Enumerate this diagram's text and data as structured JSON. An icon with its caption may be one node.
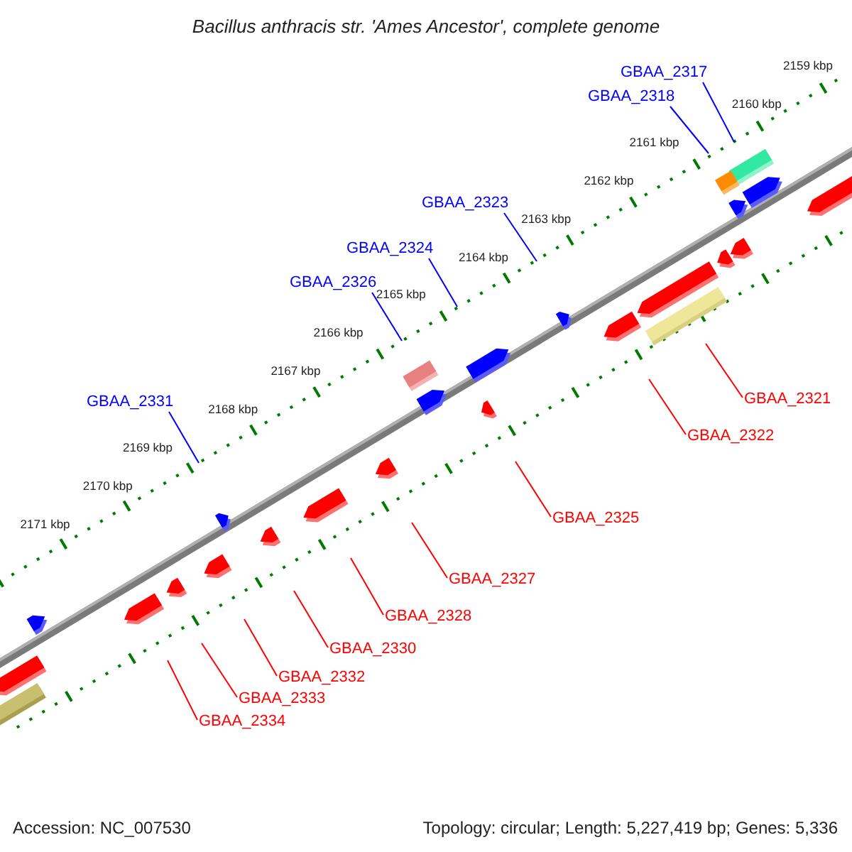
{
  "diagram": {
    "title": "Bacillus anthracis str. 'Ames Ancestor', complete genome",
    "nodes": [
      {
        "text": [
          "GBAA_2317"
        ]
      },
      {
        "text": [
          "GBAA_2318"
        ]
      },
      {
        "text": [
          "GBAA_2323"
        ]
      },
      {
        "text": [
          "GBAA_2324"
        ]
      },
      {
        "text": [
          "GBAA_2326"
        ]
      },
      {
        "text": [
          "GBAA_2321"
        ]
      },
      {
        "text": [
          "GBAA_2331"
        ]
      },
      {
        "text": [
          "GBAA_2322"
        ]
      },
      {
        "text": [
          "GBAA_2325"
        ]
      },
      {
        "text": [
          "GBAA_2327"
        ]
      },
      {
        "text": [
          "GBAA_2328"
        ]
      },
      {
        "text": [
          "GBAA_2330"
        ]
      },
      {
        "text": [
          "GBAA_2332"
        ]
      },
      {
        "text": [
          "GBAA_2333"
        ]
      },
      {
        "text": [
          "GBAA_2334"
        ]
      }
    ],
    "edges": [
      {
        "from": 0,
        "to": null,
        "arrow": "none",
        "color": "#0000ff"
      },
      {
        "from": 1,
        "to": null,
        "arrow": "none",
        "color": "#0000ff"
      },
      {
        "from": 2,
        "to": null,
        "arrow": "none",
        "color": "#0000ff"
      },
      {
        "from": 3,
        "to": null,
        "arrow": "none",
        "color": "#0000ff"
      },
      {
        "from": 4,
        "to": null,
        "arrow": "none",
        "color": "#0000ff"
      },
      {
        "from": 5,
        "to": null,
        "arrow": "none"
      },
      {
        "from": 6,
        "to": null,
        "arrow": "none",
        "color": "#0000ff"
      },
      {
        "from": 7,
        "to": null,
        "arrow": "none"
      },
      {
        "from": 8,
        "to": null,
        "arrow": "none"
      },
      {
        "from": 9,
        "to": null,
        "arrow": "none"
      },
      {
        "from": 10,
        "to": null,
        "arrow": "none"
      },
      {
        "from": 11,
        "to": null,
        "arrow": "none"
      },
      {
        "from": 12,
        "to": null,
        "arrow": "none"
      },
      {
        "from": 13,
        "to": null,
        "arrow": "none"
      },
      {
        "from": 14,
        "to": null,
        "arrow": "none"
      }
    ],
    "labels": [
      "2159 kbp",
      "2160 kbp",
      "2161 kbp",
      "2162 kbp",
      "2163 kbp",
      "2164 kbp",
      "2165 kbp",
      "2166 kbp",
      "2167 kbp",
      "2168 kbp",
      "2169 kbp",
      "2170 kbp",
      "2171 kbp",
      "Accession: NC_007530",
      "Topology: circular; Length: 5,227,419 bp; Genes: 5,336"
    ]
  }
}
